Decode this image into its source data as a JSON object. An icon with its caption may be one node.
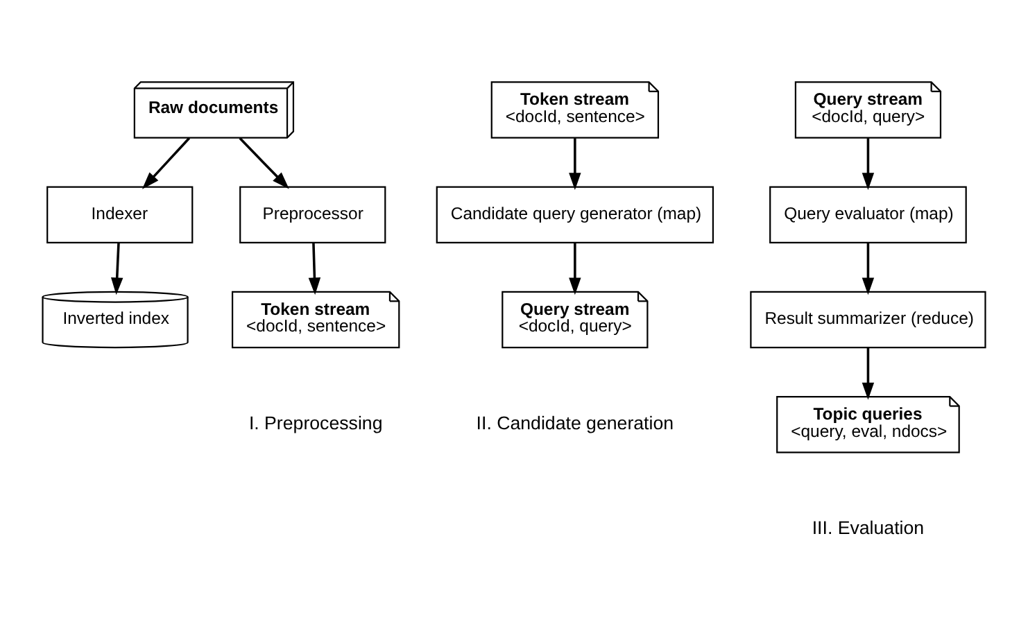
{
  "diagram": {
    "nodes": [
      {
        "text": [
          "Raw documents"
        ]
      },
      {
        "text": [
          "Indexer"
        ]
      },
      {
        "text": [
          "Preprocessor"
        ]
      },
      {
        "text": [
          "Inverted index"
        ]
      },
      {
        "text": [
          "Token stream",
          "<docId, sentence>"
        ]
      },
      {
        "text": [
          "Token stream",
          "<docId, sentence>"
        ]
      },
      {
        "text": [
          "Candidate query generator (map)"
        ]
      },
      {
        "text": [
          "Query stream",
          "<docId, query>"
        ]
      },
      {
        "text": [
          "Query stream",
          "<docId, query>"
        ]
      },
      {
        "text": [
          "Query evaluator (map)"
        ]
      },
      {
        "text": [
          "Result summarizer (reduce)"
        ]
      },
      {
        "text": [
          "Topic queries",
          "<query, eval, ndocs>"
        ]
      }
    ],
    "edges": [
      {
        "from": 0,
        "to": 1,
        "arrow": "to"
      },
      {
        "from": 0,
        "to": 2,
        "arrow": "to"
      },
      {
        "from": 1,
        "to": 3,
        "arrow": "to"
      },
      {
        "from": 2,
        "to": 4,
        "arrow": "to"
      },
      {
        "from": 5,
        "to": 6,
        "arrow": "to"
      },
      {
        "from": 6,
        "to": 7,
        "arrow": "to"
      },
      {
        "from": 8,
        "to": 9,
        "arrow": "to"
      },
      {
        "from": 9,
        "to": 10,
        "arrow": "to"
      },
      {
        "from": 10,
        "to": 11,
        "arrow": "to"
      }
    ],
    "labels": [
      "I. Preprocessing",
      "II. Candidate generation",
      "III. Evaluation"
    ]
  }
}
